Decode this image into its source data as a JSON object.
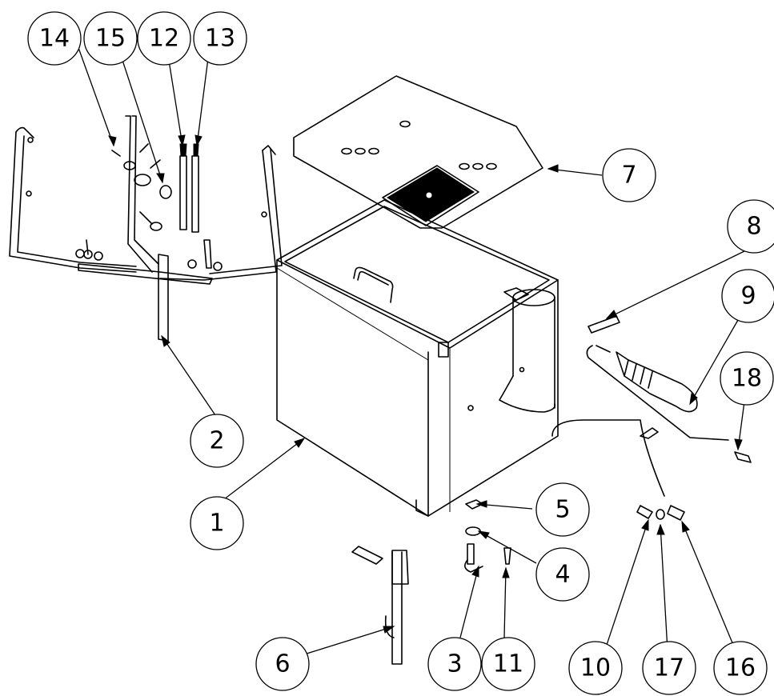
{
  "callouts": [
    {
      "id": "callout-14",
      "label": "14",
      "points_to": "bracket hardware"
    },
    {
      "id": "callout-15",
      "label": "15",
      "points_to": "valve fitting"
    },
    {
      "id": "callout-12",
      "label": "12",
      "points_to": "long rod"
    },
    {
      "id": "callout-13",
      "label": "13",
      "points_to": "long rod"
    },
    {
      "id": "callout-7",
      "label": "7",
      "points_to": "lid plate"
    },
    {
      "id": "callout-8",
      "label": "8",
      "points_to": "small fitting"
    },
    {
      "id": "callout-9",
      "label": "9",
      "points_to": "handle probe"
    },
    {
      "id": "callout-18",
      "label": "18",
      "points_to": "nozzle"
    },
    {
      "id": "callout-2",
      "label": "2",
      "points_to": "support frame"
    },
    {
      "id": "callout-1",
      "label": "1",
      "points_to": "tank body"
    },
    {
      "id": "callout-5",
      "label": "5",
      "points_to": "nut"
    },
    {
      "id": "callout-4",
      "label": "4",
      "points_to": "washer"
    },
    {
      "id": "callout-6",
      "label": "6",
      "points_to": "drain pipe"
    },
    {
      "id": "callout-3",
      "label": "3",
      "points_to": "elbow fitting"
    },
    {
      "id": "callout-11",
      "label": "11",
      "points_to": "small plug"
    },
    {
      "id": "callout-10",
      "label": "10",
      "points_to": "tube nut"
    },
    {
      "id": "callout-17",
      "label": "17",
      "points_to": "ferrule"
    },
    {
      "id": "callout-16",
      "label": "16",
      "points_to": "connector"
    }
  ]
}
